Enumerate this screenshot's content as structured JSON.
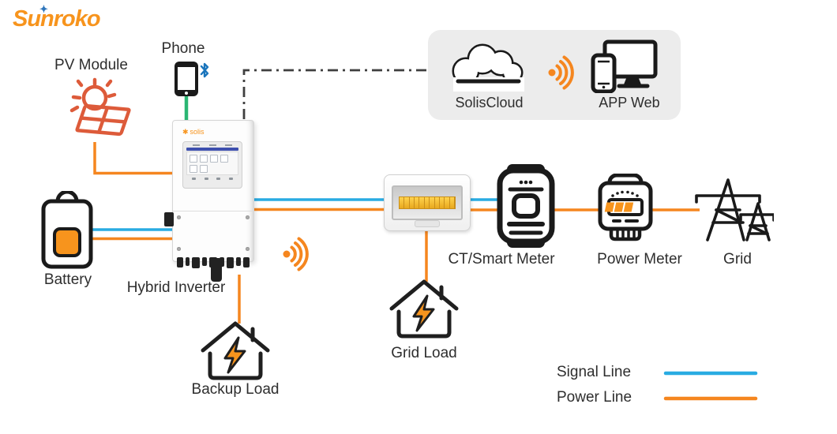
{
  "brand": {
    "name": "Sunroko"
  },
  "nodes": {
    "pv_module": "PV Module",
    "phone": "Phone",
    "solis_cloud": "SolisCloud",
    "app_web": "APP Web",
    "battery": "Battery",
    "hybrid_inverter": "Hybrid Inverter",
    "inverter_brand": "solis",
    "backup_load": "Backup Load",
    "grid_load": "Grid Load",
    "ct_smart_meter": "CT/Smart Meter",
    "power_meter": "Power Meter",
    "grid": "Grid"
  },
  "legend": [
    {
      "label": "Signal Line",
      "color": "#29ABE2"
    },
    {
      "label": "Power Line",
      "color": "#F5861F"
    }
  ],
  "colors": {
    "signal_line": "#29ABE2",
    "power_line": "#F5861F",
    "phone_link": "#2BB673",
    "bluetooth": "#1B75BC",
    "pv_icon": "#DD5B3A",
    "accent_orange": "#F7941D",
    "dashed_link": "#3f3f3f"
  }
}
